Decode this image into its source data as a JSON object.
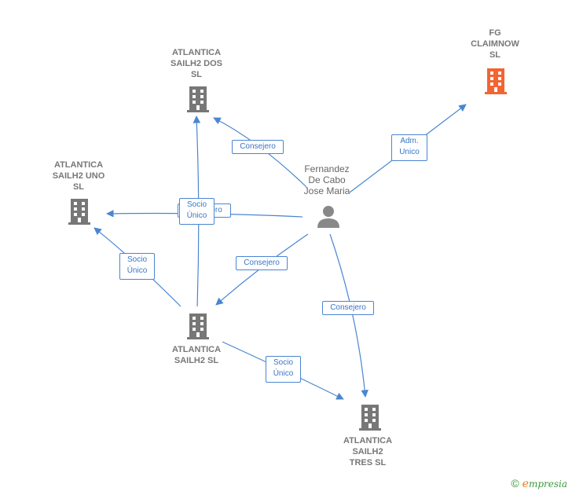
{
  "colors": {
    "edge": "#4a86d1",
    "building": "#777777",
    "building_highlight": "#f26532",
    "person": "#888888"
  },
  "nodes": {
    "fg": {
      "label": "FG\nCLAIMNOW\nSL",
      "icon": "building-icon",
      "highlight": true
    },
    "dos": {
      "label": "ATLANTICA\nSAILH2 DOS\nSL",
      "icon": "building-icon"
    },
    "uno": {
      "label": "ATLANTICA\nSAILH2 UNO\nSL",
      "icon": "building-icon"
    },
    "main": {
      "label": "ATLANTICA\nSAILH2  SL",
      "icon": "building-icon"
    },
    "tres": {
      "label": "ATLANTICA\nSAILH2\nTRES  SL",
      "icon": "building-icon"
    },
    "person": {
      "label": "Fernandez\nDe Cabo\nJose Maria",
      "icon": "person-icon"
    }
  },
  "edges": {
    "person_fg": "Adm.\nUnico",
    "person_dos": "Consejero",
    "person_uno": "Consejero",
    "main_dos": "Socio\nÚnico",
    "main_uno": "Socio\nÚnico",
    "person_main": "Consejero",
    "person_tres": "Consejero",
    "main_tres": "Socio\nÚnico"
  },
  "brand": {
    "copyright": "©",
    "first_letter": "e",
    "rest": "mpresia"
  }
}
